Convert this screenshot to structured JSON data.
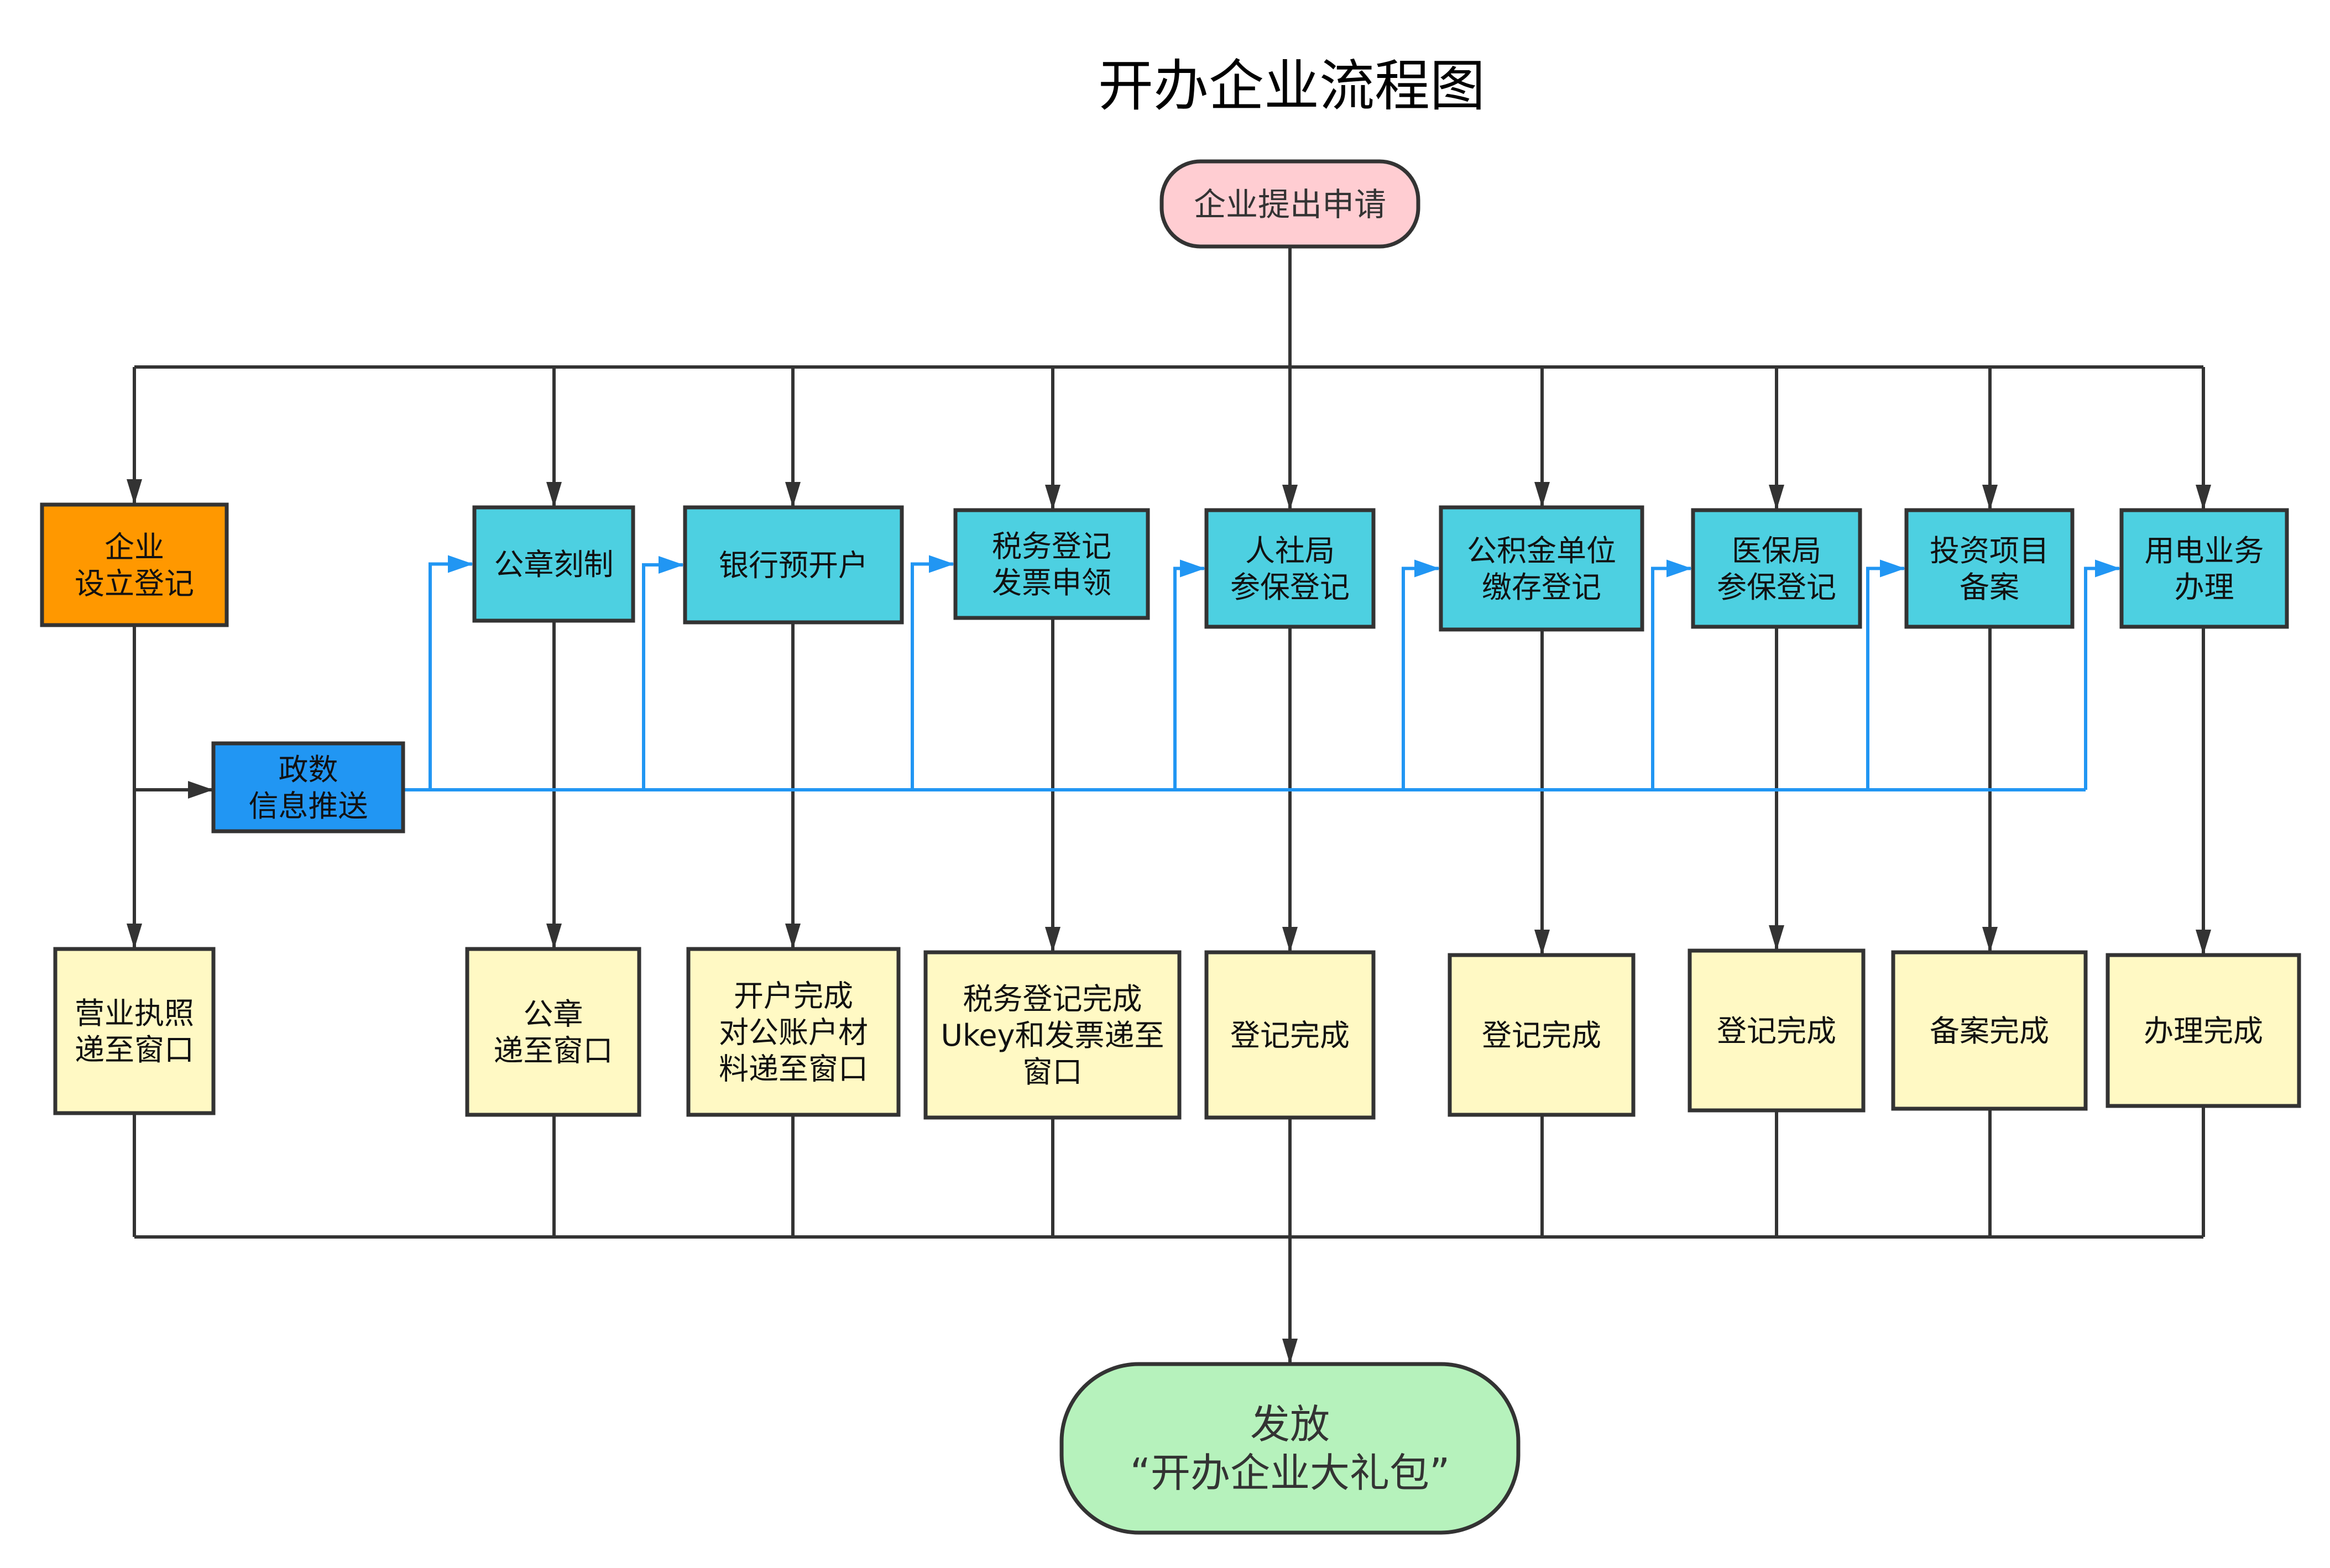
{
  "title": "开办企业流程图",
  "colors": {
    "start_fill": "#FFCDD2",
    "end_fill": "#B6F2BC",
    "registration_fill": "#FF9800",
    "push_fill": "#2196F3",
    "service_fill": "#4DD0E1",
    "result_fill": "#FFF9C4",
    "edge": "#333333",
    "push_edge": "#2196F3"
  },
  "start": {
    "label": "企业提出申请"
  },
  "registration": {
    "lines": [
      "企业",
      "设立登记"
    ]
  },
  "push": {
    "lines": [
      "政数",
      "信息推送"
    ]
  },
  "services": [
    {
      "lines": [
        "公章刻制"
      ]
    },
    {
      "lines": [
        "银行预开户"
      ]
    },
    {
      "lines": [
        "税务登记",
        "发票申领"
      ]
    },
    {
      "lines": [
        "人社局",
        "参保登记"
      ]
    },
    {
      "lines": [
        "公积金单位",
        "缴存登记"
      ]
    },
    {
      "lines": [
        "医保局",
        "参保登记"
      ]
    },
    {
      "lines": [
        "投资项目",
        "备案"
      ]
    },
    {
      "lines": [
        "用电业务",
        "办理"
      ]
    }
  ],
  "results": [
    {
      "lines": [
        "营业执照",
        "递至窗口"
      ]
    },
    {
      "lines": [
        "公章",
        "递至窗口"
      ]
    },
    {
      "lines": [
        "开户完成",
        "对公账户材",
        "料递至窗口"
      ]
    },
    {
      "lines": [
        "税务登记完成",
        "Ukey和发票递至",
        "窗口"
      ]
    },
    {
      "lines": [
        "登记完成"
      ]
    },
    {
      "lines": [
        "登记完成"
      ]
    },
    {
      "lines": [
        "登记完成"
      ]
    },
    {
      "lines": [
        "备案完成"
      ]
    },
    {
      "lines": [
        "办理完成"
      ]
    }
  ],
  "end": {
    "lines": [
      "发放",
      "“开办企业大礼包”"
    ]
  }
}
